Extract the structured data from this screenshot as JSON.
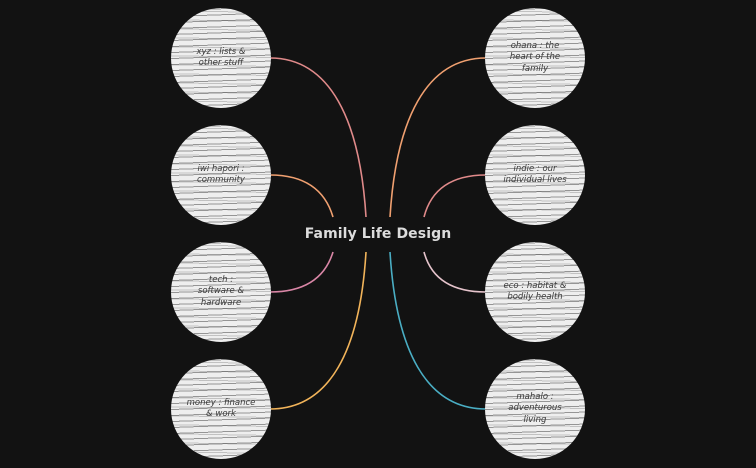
{
  "title": "Family Life Design",
  "colors": {
    "background": "#121212",
    "node_fill": "#eeeeee",
    "title_text": "#dcdcdc",
    "node_text": "#3a3a3a"
  },
  "nodes": {
    "left": [
      {
        "label": "xyz : lists & other stuff",
        "line_color": "#e08a8a"
      },
      {
        "label": "iwi hapori : community",
        "line_color": "#f0a070"
      },
      {
        "label": "tech : software & hardware",
        "line_color": "#d986a6"
      },
      {
        "label": "money : finance & work",
        "line_color": "#f2b45a"
      }
    ],
    "right": [
      {
        "label": "ohana : the heart of the family",
        "line_color": "#f0a070"
      },
      {
        "label": "indie : our individual lives",
        "line_color": "#e08a8a"
      },
      {
        "label": "eco : habitat & bodily health",
        "line_color": "#e6c4cc"
      },
      {
        "label": "mahalo : adventurous living",
        "line_color": "#4aaec4"
      }
    ]
  }
}
